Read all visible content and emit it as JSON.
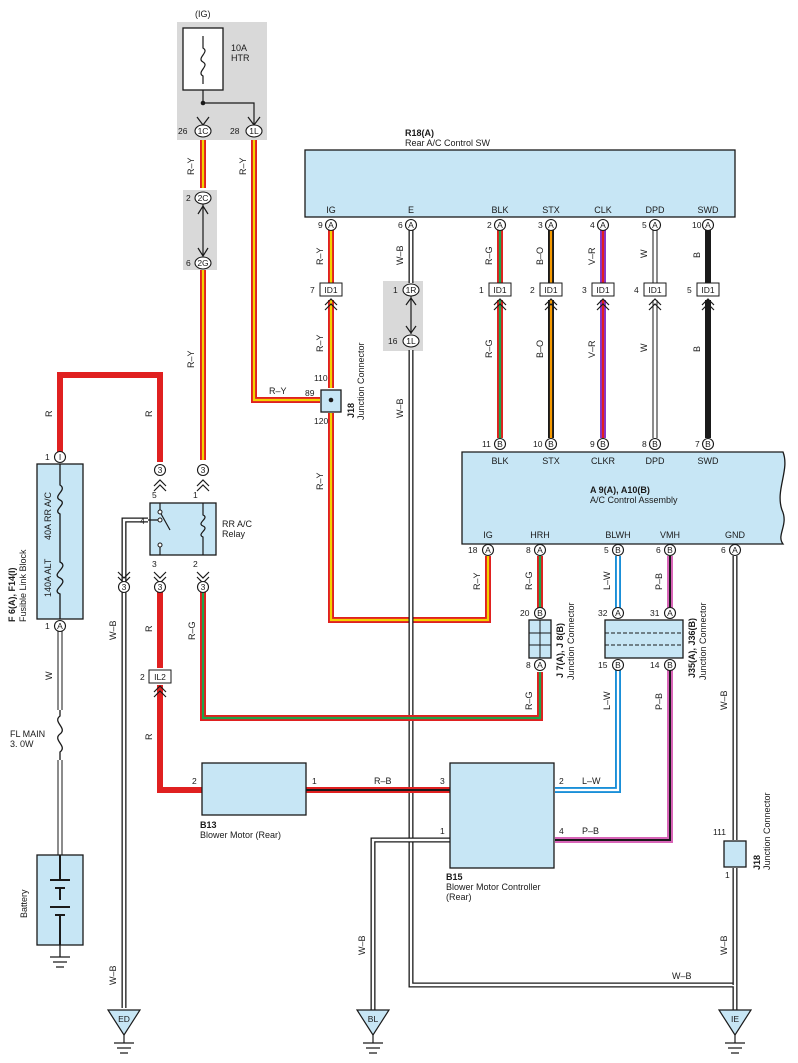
{
  "ig": "(IG)",
  "fuse_htr": {
    "amp": "10A",
    "name": "HTR"
  },
  "pins": {
    "p26": "26",
    "p1c": "1C",
    "p28": "28",
    "p1l": "1L",
    "p2_2c": "2",
    "p2c": "2C",
    "p6_2g": "6",
    "p2g": "2G",
    "p1_1r": "1",
    "p1r": "1R",
    "p16_1l": "16",
    "p1l_b": "1L"
  },
  "r18": {
    "code": "R18(A)",
    "name": "Rear A/C Control SW",
    "terms": [
      "IG",
      "E",
      "BLK",
      "STX",
      "CLK",
      "DPD",
      "SWD"
    ],
    "pinnums": [
      "9",
      "6",
      "2",
      "3",
      "4",
      "5",
      "10"
    ],
    "conn": "A"
  },
  "wire_colors": {
    "ry": "R–Y",
    "wb": "W–B",
    "rg": "R–G",
    "bo": "B–O",
    "vr": "V–R",
    "w": "W",
    "b": "B",
    "r": "R",
    "lw": "L–W",
    "pb": "P–B",
    "rb": "R–B"
  },
  "id1": {
    "label": "ID1",
    "pins": [
      "7",
      "1",
      "2",
      "3",
      "4",
      "5"
    ]
  },
  "j18": {
    "code": "J18",
    "name": "Junction Connector",
    "p110": "110",
    "p89": "89",
    "p120": "120",
    "p111": "111",
    "p1": "1"
  },
  "ac": {
    "code": "A 9(A), A10(B)",
    "name": "A/C Control Assembly",
    "top_terms": [
      "BLK",
      "STX",
      "CLKR",
      "DPD",
      "SWD"
    ],
    "top_pins": [
      "11",
      "10",
      "9",
      "8",
      "7"
    ],
    "bot_terms": [
      "IG",
      "HRH",
      "BLWH",
      "VMH",
      "GND"
    ],
    "bot_pins": [
      "18",
      "8",
      "5",
      "6",
      "6"
    ],
    "bot_conns": [
      "A",
      "A",
      "B",
      "B",
      "A"
    ]
  },
  "flb": {
    "code": "F 6(A), F14(I)",
    "name": "Fusible Link Block",
    "fuse1": "40A RR A/C",
    "fuse2": "140A ALT",
    "pin_top": "1",
    "conn_top": "I",
    "pin_bot": "1",
    "conn_bot": "A"
  },
  "relay": {
    "name1": "RR A/C",
    "name2": "Relay",
    "pins": [
      "3",
      "3",
      "5",
      "1",
      "4",
      "3",
      "2",
      "3",
      "3"
    ]
  },
  "il2": {
    "label": "IL2",
    "pin": "2"
  },
  "j7": {
    "code": "J 7(A), J 8(B)",
    "name": "Junction Connector",
    "p20": "20",
    "p8": "8"
  },
  "j35": {
    "code": "J35(A), J36(B)",
    "name": "Junction Connector",
    "p32": "32",
    "p31": "31",
    "p15": "15",
    "p14": "14"
  },
  "b13": {
    "code": "B13",
    "name": "Blower Motor (Rear)",
    "p2": "2",
    "p1": "1"
  },
  "b15": {
    "code": "B15",
    "name": "Blower Motor Controller",
    "name2": "(Rear)",
    "p3": "3",
    "p2": "2",
    "p1": "1",
    "p4": "4"
  },
  "fl_main": {
    "name": "FL MAIN",
    "rating": "3. 0W"
  },
  "battery": "Battery",
  "grounds": [
    "ED",
    "BL",
    "IE"
  ]
}
